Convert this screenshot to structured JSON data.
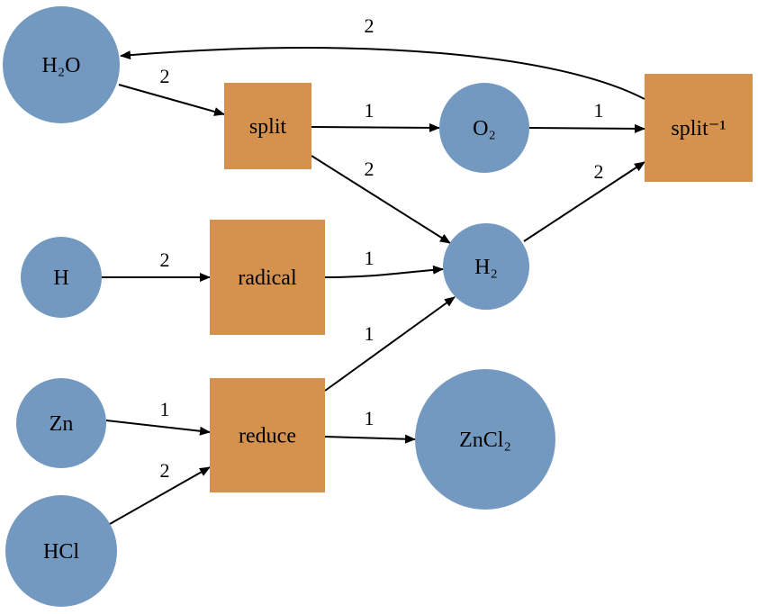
{
  "colors": {
    "place": "#7499c0",
    "transition": "#d5924f",
    "edge": "#000000"
  },
  "places": [
    {
      "id": "H2O",
      "label": "H₂O"
    },
    {
      "id": "O2",
      "label": "O₂"
    },
    {
      "id": "H",
      "label": "H"
    },
    {
      "id": "H2",
      "label": "H₂"
    },
    {
      "id": "Zn",
      "label": "Zn"
    },
    {
      "id": "ZnCl2",
      "label": "ZnCl₂"
    },
    {
      "id": "HCl",
      "label": "HCl"
    }
  ],
  "transitions": [
    {
      "id": "split",
      "label": "split"
    },
    {
      "id": "splitinv",
      "label": "split⁻¹"
    },
    {
      "id": "radical",
      "label": "radical"
    },
    {
      "id": "reduce",
      "label": "reduce"
    }
  ],
  "edges": [
    {
      "from": "H2O",
      "to": "split",
      "weight": "2"
    },
    {
      "from": "split",
      "to": "O2",
      "weight": "1"
    },
    {
      "from": "split",
      "to": "H2",
      "weight": "2"
    },
    {
      "from": "O2",
      "to": "splitinv",
      "weight": "1"
    },
    {
      "from": "H2",
      "to": "splitinv",
      "weight": "2"
    },
    {
      "from": "splitinv",
      "to": "H2O",
      "weight": "2"
    },
    {
      "from": "H",
      "to": "radical",
      "weight": "2"
    },
    {
      "from": "radical",
      "to": "H2",
      "weight": "1"
    },
    {
      "from": "Zn",
      "to": "reduce",
      "weight": "1"
    },
    {
      "from": "HCl",
      "to": "reduce",
      "weight": "2"
    },
    {
      "from": "reduce",
      "to": "H2",
      "weight": "1"
    },
    {
      "from": "reduce",
      "to": "ZnCl2",
      "weight": "1"
    }
  ]
}
